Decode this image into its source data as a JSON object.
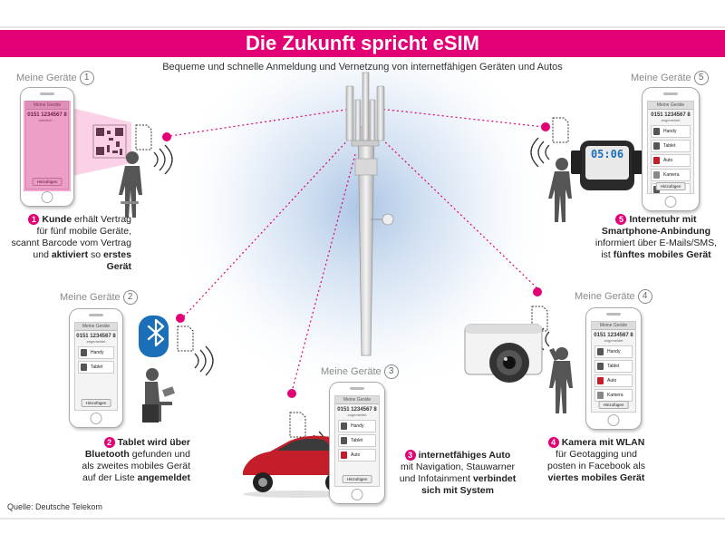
{
  "header": {
    "title": "Die Zukunft spricht eSIM",
    "subtitle": "Bequeme und schnelle Anmeldung und Vernetzung von internetfähigen Geräten und Autos"
  },
  "source": "Quelle: Deutsche Telekom",
  "colors": {
    "accent": "#e20074",
    "bluetooth": "#1a6fb8",
    "car": "#c41e2a"
  },
  "phones": [
    {
      "label": "Meine Geräte",
      "number": "1",
      "header": "Meine Geräte",
      "number_text": "0151 1234567 8",
      "sub_text": "aktiviert/…",
      "devices": [],
      "button": "Hinzufügen"
    },
    {
      "label": "Meine Geräte",
      "number": "2",
      "header": "Meine Geräte",
      "number_text": "0151 1234567 8",
      "sub_text": "angemeldet",
      "devices": [
        "Handy",
        "Tablet"
      ],
      "button": "Hinzufügen"
    },
    {
      "label": "Meine Geräte",
      "number": "3",
      "header": "Meine Geräte",
      "number_text": "0151 1234567 8",
      "sub_text": "angemeldet",
      "devices": [
        "Handy",
        "Tablet",
        "Auto"
      ],
      "button": "Hinzufügen"
    },
    {
      "label": "Meine Geräte",
      "number": "4",
      "header": "Meine Geräte",
      "number_text": "0151 1234567 8",
      "sub_text": "angemeldet",
      "devices": [
        "Handy",
        "Tablet",
        "Auto",
        "Kamera"
      ],
      "button": "Hinzufügen"
    },
    {
      "label": "Meine Geräte",
      "number": "5",
      "header": "Meine Geräte",
      "number_text": "0151 1234567 8",
      "sub_text": "angemeldet",
      "devices": [
        "Handy",
        "Tablet",
        "Auto",
        "Kamera",
        "Uhr"
      ],
      "button": "Hinzufügen"
    }
  ],
  "watch_time": "05:06",
  "steps": {
    "s1": {
      "num": "1",
      "a": "Kunde",
      "b": " erhält Vertrag",
      "c": "für fünf mobile Geräte,",
      "d": "scannt Barcode vom Vertrag",
      "e": "und ",
      "f": "aktiviert",
      "g": " so ",
      "h": "erstes Gerät"
    },
    "s2": {
      "num": "2",
      "a": "Tablet wird über",
      "b": "Bluetooth",
      "c": " gefunden und",
      "d": "als zweites mobiles Gerät",
      "e": "auf der Liste ",
      "f": "angemeldet"
    },
    "s3": {
      "num": "3",
      "a": "internetfähiges Auto",
      "b": "mit Navigation, Stauwarner",
      "c": "und Infotainment ",
      "d": "verbindet",
      "e": "sich mit System"
    },
    "s4": {
      "num": "4",
      "a": "Kamera mit WLAN",
      "b": "für Geotagging und",
      "c": "posten in Facebook als",
      "d": "viertes mobiles Gerät"
    },
    "s5": {
      "num": "5",
      "a": "Internetuhr mit",
      "b": "Smartphone-Anbindung",
      "c": "informiert über E-Mails/SMS,",
      "d": "ist ",
      "e": "fünftes mobiles Gerät"
    }
  }
}
